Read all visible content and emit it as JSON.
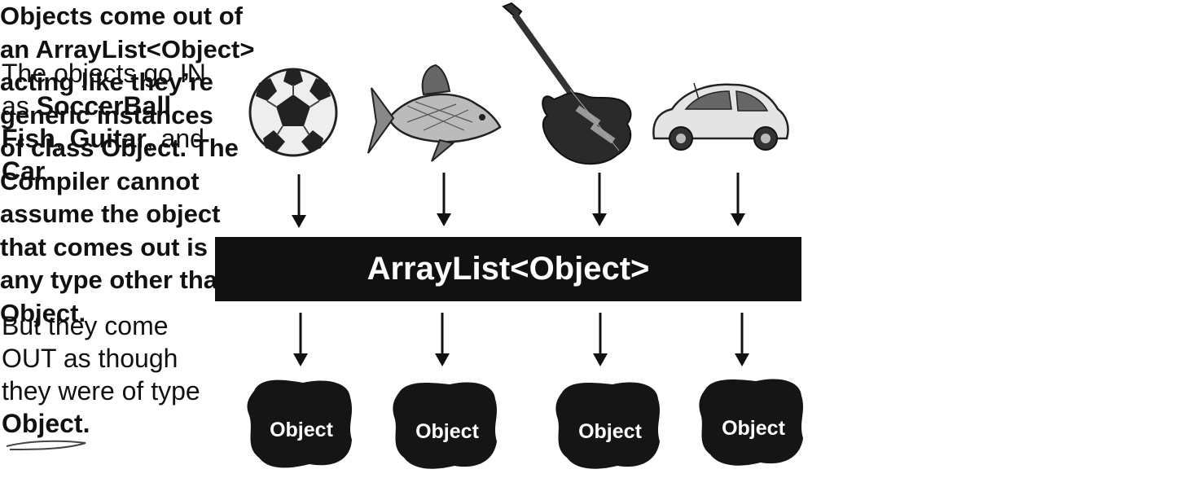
{
  "left_top": {
    "line1": "The objects go IN",
    "line2_pre": "as ",
    "soccerball": "SoccerBall",
    "comma1": ",",
    "fish": "Fish",
    "comma2": ", ",
    "guitar": "Guitar",
    "and": ", and",
    "car": "Car",
    "period": "."
  },
  "left_bottom": {
    "line1": "But they come",
    "line2": "OUT as though",
    "line3": "they were of type",
    "object": "Object",
    "period": "."
  },
  "bar_label": "ArrayList<Object>",
  "right_lines": [
    "Objects come out of",
    "an ArrayList<Object>",
    "acting like they’re",
    "generic instances",
    "of class Object. The",
    "Compiler cannot",
    "assume the object",
    "that comes out is of",
    "any type other than",
    "Object."
  ],
  "outputs": [
    "Object",
    "Object",
    "Object",
    "Object"
  ],
  "icons": [
    "soccer-ball-icon",
    "fish-icon",
    "guitar-icon",
    "car-icon"
  ]
}
